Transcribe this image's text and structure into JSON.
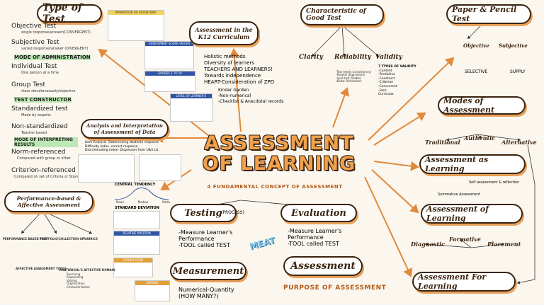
{
  "main_title": "ASSESSMENT OF LEARNING",
  "four_concepts": "4 FUNDAMENTAL CONCEPT OF ASSESSMENT",
  "purpose": "PURPOSE OF ASSESSMENT",
  "meat": "MEAT",
  "types_of_test": {
    "title": "Type of Test",
    "items": [
      {
        "name": "Objective Test",
        "note": "single response/answer(CONVERGENT)"
      },
      {
        "name": "Subjective Test",
        "note": "varied response/answer (DIVERGENT)"
      },
      {
        "name": "MODE OF ADMINISTRATION",
        "note": ""
      },
      {
        "name": "Individual Test",
        "note": "One person at a time"
      },
      {
        "name": "Group Test",
        "note": "class simultaneously/objective"
      },
      {
        "name": "TEST CONSTRUCTOR",
        "note": ""
      },
      {
        "name": "Standardized test",
        "note": "Made by experts"
      },
      {
        "name": "Non-standardized",
        "note": "Teacher based"
      },
      {
        "name": "MODE OF INTERPRETING RESULTS",
        "note": ""
      },
      {
        "name": "Norm-referenced",
        "note": "Compared with group or other"
      },
      {
        "name": "Criterion-referenced",
        "note": "Compared on set of Criteria or Standard"
      }
    ]
  },
  "k12": {
    "title": "Assessment in the K12 Curriculum",
    "bullets": [
      "Holistic methods",
      "Diversity of learners",
      "TEACHERS AND LEARNERS!",
      "Towards independence",
      "HEART-Consideration of ZPD"
    ],
    "kinder": [
      "Kinder Garden",
      "-Non-numerical",
      "-Checklist & Anecdotal records"
    ]
  },
  "characteristics": {
    "title": "Characteristic of Good Test",
    "clarity": "Clarity",
    "reliability": "Reliability",
    "validity": "Validity",
    "validity_types": "7 TYPES OF VALIDITY",
    "validity_list": [
      "-Content",
      "-Predictive",
      "-Construct",
      "-Criterion",
      "-Concurrent",
      "-Face",
      "Curricular"
    ],
    "reliability_list": [
      "-Test-retest (consistency)",
      "-Parallel (Equivalent)",
      "-Split-half (Stable)",
      "-Kuder Richardson"
    ]
  },
  "paper_pencil": {
    "title": "Paper & Pencil Test",
    "objective": "Objective",
    "subjective": "Subjective",
    "selective": "SELECTIVE",
    "supply": "SUPPLY"
  },
  "modes": {
    "title": "Modes of Assessment",
    "traditional": "Traditional",
    "authentic": "Authentic",
    "alternative": "Alternative"
  },
  "as_learning": {
    "title": "Assessment as Learning",
    "note": "Self assessment & reflection"
  },
  "of_learning": {
    "title": "Assessment of Learning",
    "summative": "Summative Assessment"
  },
  "for_learning": {
    "title": "Assessment For Learning",
    "diagnostic": "Diagnostic",
    "formative": "Formative",
    "placement": "Placement"
  },
  "analysis": {
    "title": "Analysis and Interpretation of Assessment of Data",
    "lines": [
      "Item Analysis -Determining students response",
      "Difficulty index -correct response",
      "Discriminating index- Dispersion from U&S LG"
    ]
  },
  "central_tendency": {
    "title": "CENTRAL TENDENCY",
    "labels": [
      "Mean",
      "Median",
      "Mode"
    ]
  },
  "std_dev": "STANDARD DEVIATION",
  "performance": {
    "title": "Performance-based & Affective Assessment",
    "cols": [
      "PERFORMANCE-BASED TEST",
      "PORTFOLIO/COLLECTION OF",
      "RUBRICS"
    ],
    "affective": "AFFECTIVE ASSESSMENT TOOLS",
    "krathwohl": "KRATHWOHL'S AFFECTIVE DOMAIN",
    "krathwohl_list": [
      "Receiving",
      "Responding",
      "Valuing",
      "Organization",
      "Characterization"
    ]
  },
  "testing": {
    "title": "Testing",
    "process": "(PROCESS)",
    "lines": [
      "-Measure Learner's",
      "Performance",
      "-TOOL called TEST"
    ]
  },
  "evaluation": {
    "title": "Evaluation",
    "lines": [
      "-Measure Learner's",
      "Performance",
      "-TOOL called TEST"
    ]
  },
  "measurement": {
    "title": "Measurement",
    "lines": [
      "Numerical-Quantity",
      "(HOW MANY?)"
    ]
  },
  "assessment_box": {
    "title": "Assessment"
  },
  "cards": {
    "promo": "PROMOTION OR RETENTION?",
    "scoring": "ASSESSMENT SCORE VALUES",
    "grades": "GRADES 1 TO 10",
    "learners": "LEVEL OF LEARNER'S PROGRESS",
    "relative": "RELATIVE POSITION",
    "correlation": "CORRELATION",
    "skewed": "SKEWED"
  }
}
